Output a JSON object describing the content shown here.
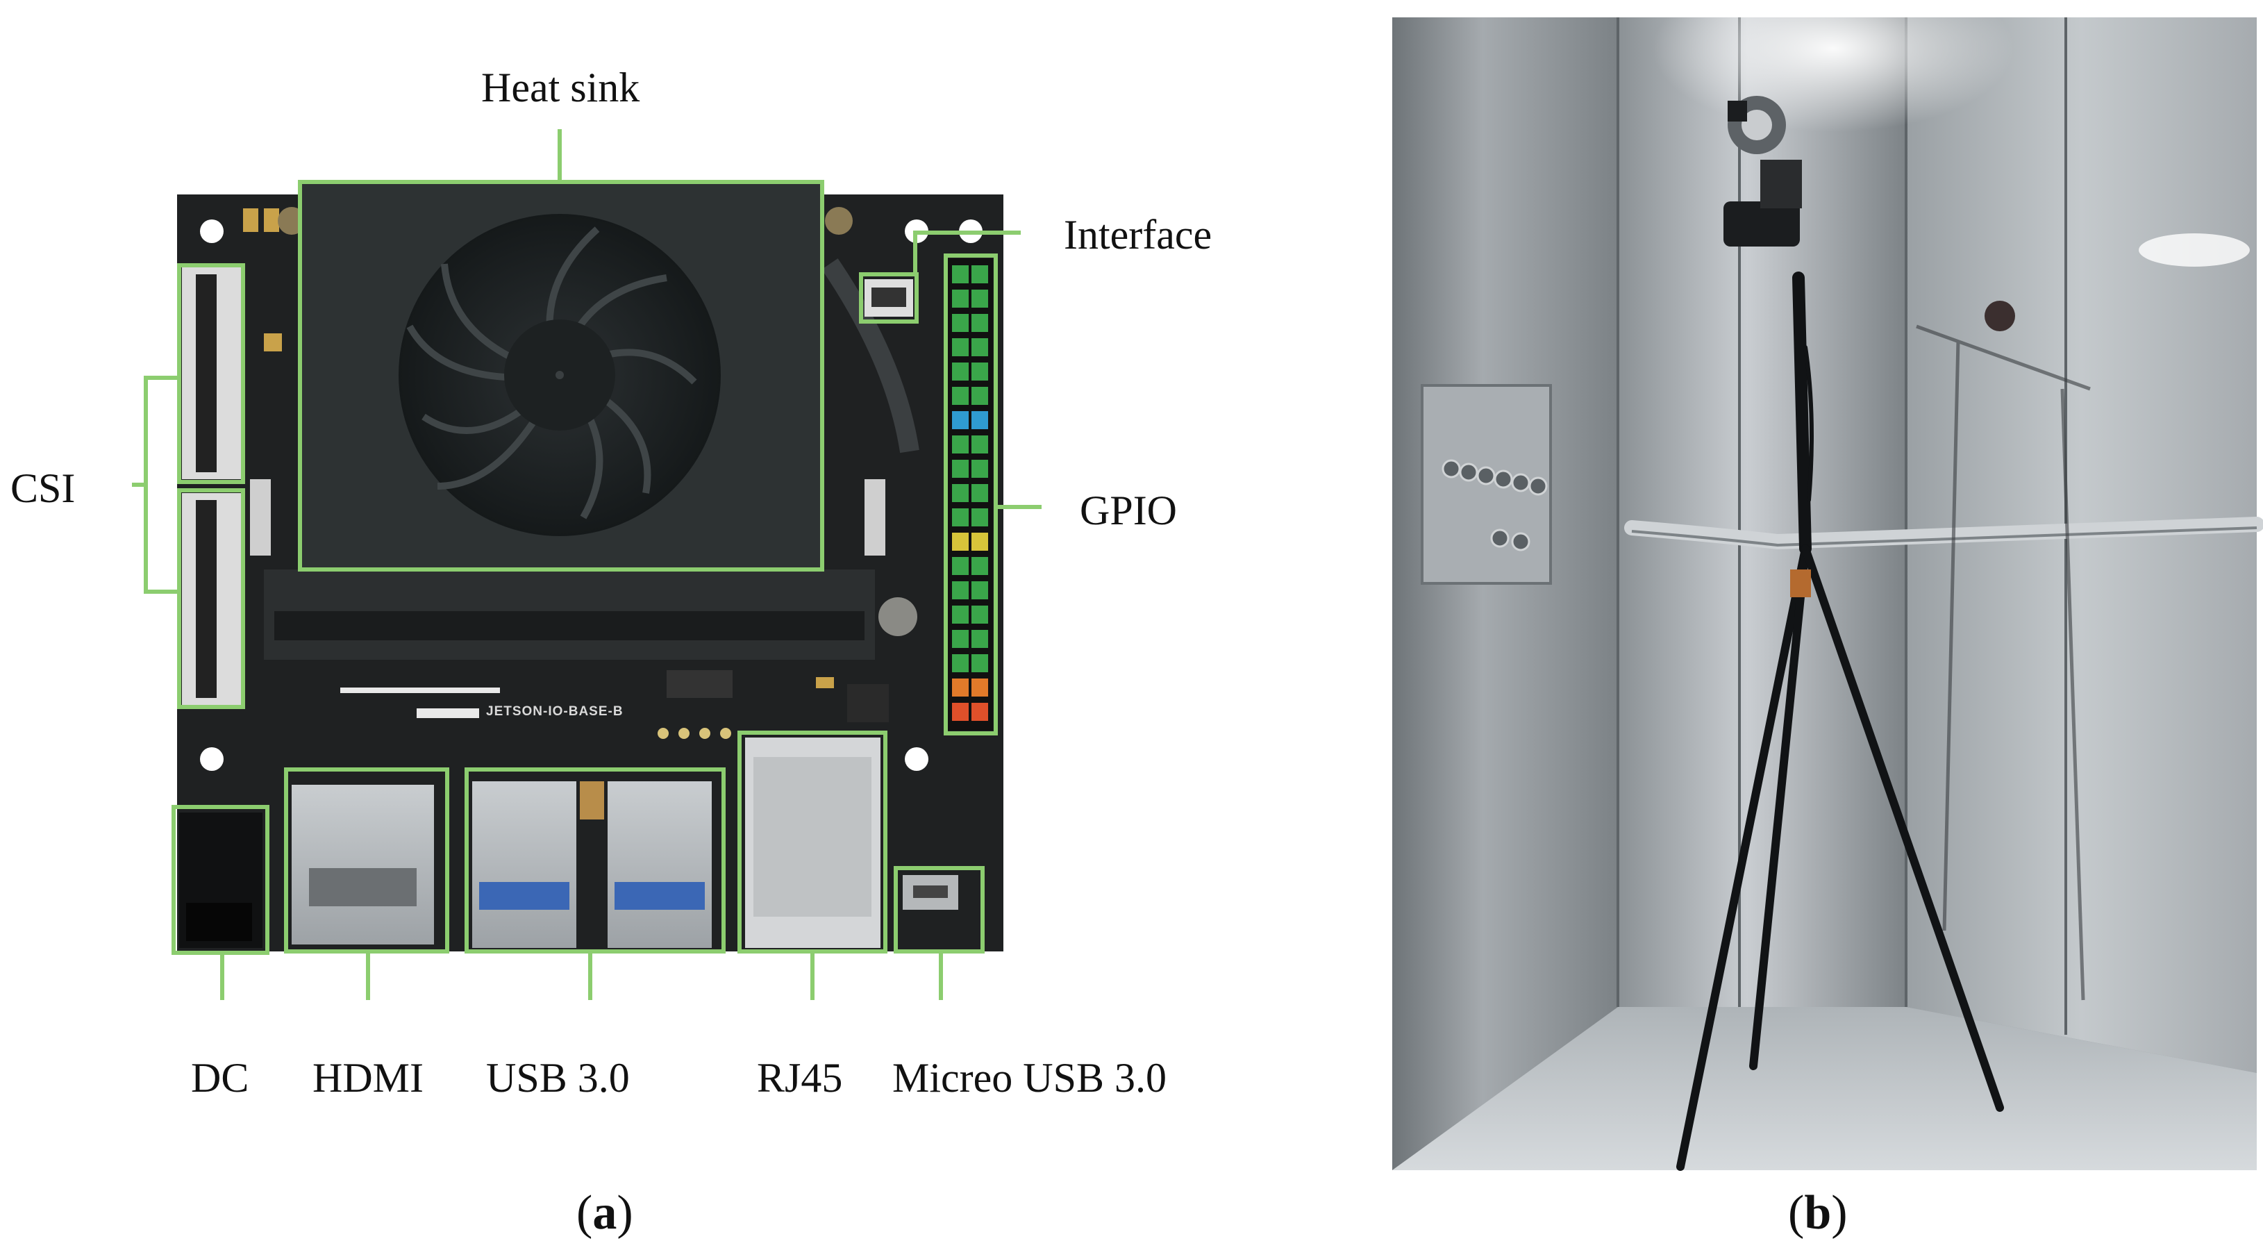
{
  "panel_a": {
    "labels": {
      "heat_sink": "Heat sink",
      "interface": "Interface",
      "csi": "CSI",
      "gpio": "GPIO",
      "dc": "DC",
      "hdmi": "HDMI",
      "usb": "USB 3.0",
      "rj45": "RJ45",
      "micro_usb": "Micreo USB 3.0"
    },
    "board_silkscreen": "JETSON-IO-BASE-B",
    "caption_letter": "a"
  },
  "panel_b": {
    "caption_letter": "b"
  },
  "colors": {
    "callout_green": "#8ccd6f",
    "board": "#1f2122",
    "heatsink": "#2d3233",
    "steel": "#9a9fa3",
    "floor": "#c9cdd0"
  }
}
